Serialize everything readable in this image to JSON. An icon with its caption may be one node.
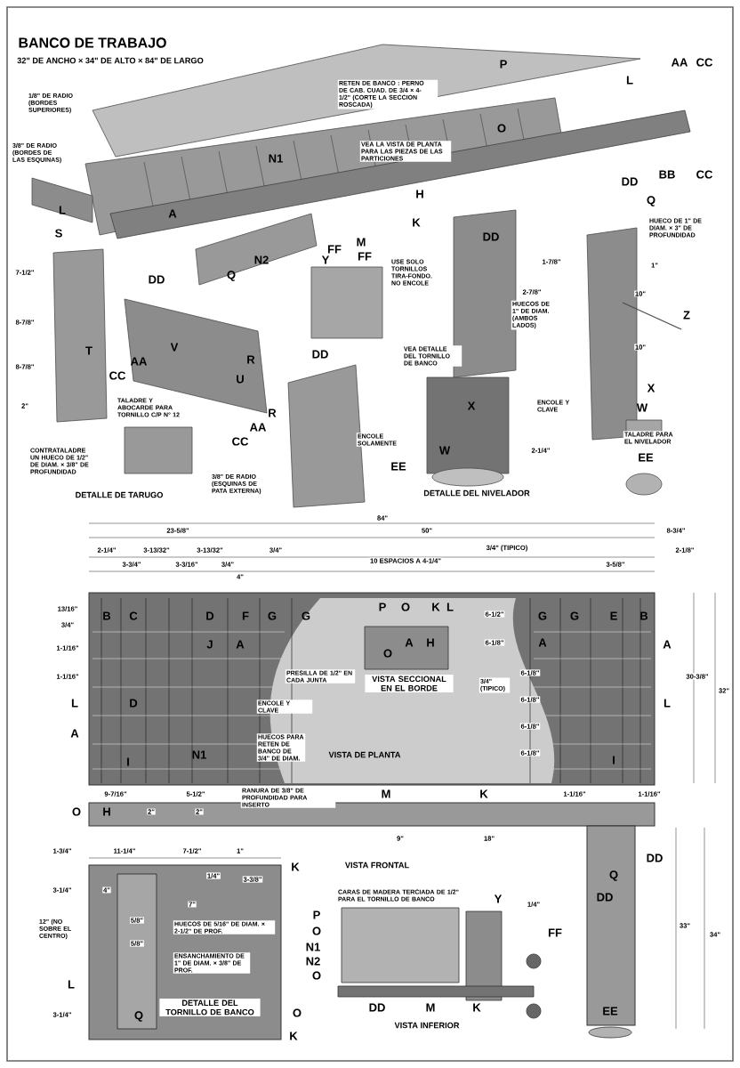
{
  "diagram": {
    "title": "BANCO DE TRABAJO",
    "labels": [
      "32\" DE ANCHO × 34\" DE ALTO × 84\" DE LARGO",
      "1/8\" DE RADIO (BORDES SUPERIORES)",
      "RETEN DE BANCO : PERNO DE CAB. CUAD. DE 3/4 × 4-1/2\" (CORTE LA SECCION ROSCADA)",
      "3/8\" DE RADIO (BORDES DE LAS ESQUINAS)",
      "VEA LA VISTA DE PLANTA PARA LAS PIEZAS DE LAS PARTICIONES",
      "P",
      "AA",
      "CC",
      "L",
      "O",
      "N1",
      "H",
      "BB",
      "CC",
      "DD",
      "Q",
      "HUECO DE 1\" DE DIAM. × 3\" DE PROFUNDIDAD",
      "L",
      "A",
      "K",
      "S",
      "FF",
      "M",
      "DD",
      "7-1/2\"",
      "DD",
      "N2",
      "Q",
      "Y",
      "FF",
      "USE SOLO TORNILLOS TIRA-FONDO. NO ENCOLE",
      "1-7/8\"",
      "1\"",
      "2-7/8\"",
      "10\"",
      "HUECOS DE 1\" DE DIAM. (AMBOS LADOS)",
      "8-7/8\"",
      "Z",
      "T",
      "V",
      "10\"",
      "VEA DETALLE DEL TORNILLO DE BANCO",
      "DD",
      "AA",
      "CC",
      "R",
      "8-7/8\"",
      "U",
      "X",
      "2\"",
      "TALADRE Y ABOCARDE PARA TORNILLO C/P N° 12",
      "X",
      "ENCOLE Y CLAVE",
      "W",
      "R",
      "CC",
      "AA",
      "ENCOLE SOLAMENTE",
      "TALADRE PARA EL NIVELADOR",
      "W",
      "2-1/4\"",
      "EE",
      "CONTRATALADRE UN HUECO DE 1/2\" DE DIAM. × 3/8\" DE PROFUNDIDAD",
      "EE",
      "3/8\" DE RADIO (ESQUINAS DE PATA EXTERNA)",
      "DETALLE DE TARUGO",
      "DETALLE DEL NIVELADOR",
      "84\"",
      "23-5/8\"",
      "50\"",
      "8-3/4\"",
      "2-1/4\"",
      "3-13/32\"",
      "3-13/32\"",
      "3/4\"",
      "3/4\" (TIPICO)",
      "2-1/8\"",
      "3-3/4\"",
      "3-3/16\"",
      "3/4\"",
      "10 ESPACIOS A 4-1/4\"",
      "3-5/8\"",
      "4\"",
      "13/16\"",
      "B",
      "C",
      "D",
      "F",
      "G",
      "G",
      "P",
      "O",
      "K",
      "L",
      "6-1/2\"",
      "G",
      "G",
      "E",
      "B",
      "3/4\"",
      "1-1/16\"",
      "J",
      "A",
      "A",
      "H",
      "O",
      "6-1/8\"",
      "A",
      "A",
      "1-1/16\"",
      "PRESILLA DE 1/2\" EN CADA JUNTA",
      "VISTA SECCIONAL EN EL BORDE",
      "3/4\" (TIPICO)",
      "6-1/8\"",
      "30-3/8\"",
      "L",
      "D",
      "ENCOLE Y CLAVE",
      "6-1/8\"",
      "L",
      "32\"",
      "A",
      "6-1/8\"",
      "N1",
      "HUECOS PARA RETEN DE BANCO DE 3/4\" DE DIAM.",
      "VISTA DE PLANTA",
      "6-1/8\"",
      "I",
      "I",
      "9-7/16\"",
      "5-1/2\"",
      "RANURA DE 3/8\" DE PROFUNDIDAD PARA INSERTO",
      "M",
      "K",
      "1-1/16\"",
      "1-1/16\"",
      "O",
      "H",
      "2\"",
      "2\"",
      "9\"",
      "18\"",
      "1-3/4\"",
      "11-1/4\"",
      "7-1/2\"",
      "1\"",
      "K",
      "VISTA FRONTAL",
      "DD",
      "1/4\"",
      "3-3/8\"",
      "Q",
      "3-1/4\"",
      "4\"",
      "7\"",
      "CARAS DE MADERA TERCIADA DE 1/2\" PARA EL TORNILLO DE BANCO",
      "Y",
      "1/4\"",
      "DD",
      "P",
      "5/8\"",
      "HUECOS DE 5/16\" DE DIAM. × 2-1/2\" DE PROF.",
      "33\"",
      "12\" (NO SOBRE EL CENTRO)",
      "O",
      "FF",
      "34\"",
      "5/8\"",
      "N1",
      "ENSANCHAMIENTO DE 1\" DE DIAM. × 3/8\" DE PROF.",
      "N2",
      "O",
      "L",
      "3-1/4\"",
      "Q",
      "DETALLE DEL TORNILLO DE BANCO",
      "O",
      "DD",
      "M",
      "K",
      "EE",
      "VISTA INFERIOR",
      "K"
    ]
  }
}
